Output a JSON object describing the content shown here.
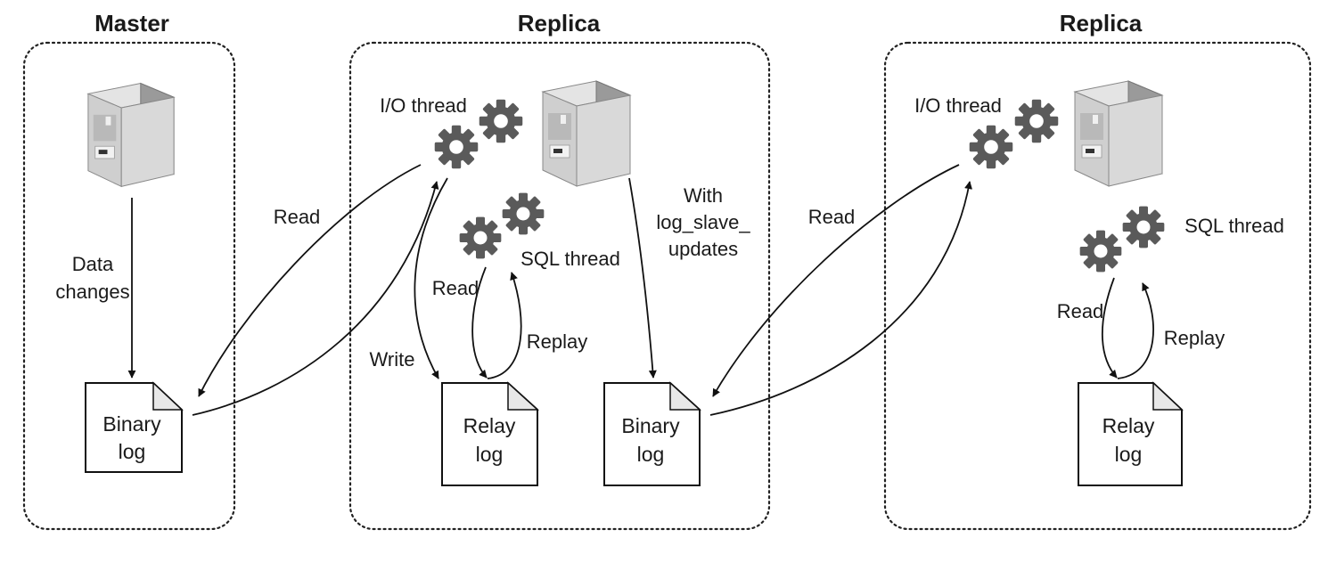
{
  "panels": [
    {
      "title": "Master"
    },
    {
      "title": "Replica"
    },
    {
      "title": "Replica"
    }
  ],
  "labels": {
    "data_changes": [
      "Data",
      "changes"
    ],
    "read": "Read",
    "write": "Write",
    "replay": "Replay",
    "io_thread": "I/O thread",
    "sql_thread": "SQL thread",
    "with_log_slave_updates": [
      "With",
      "log_slave_",
      "updates"
    ]
  },
  "documents": {
    "binary_log": [
      "Binary",
      "log"
    ],
    "relay_log": [
      "Relay",
      "log"
    ]
  },
  "icons": {
    "server": "server-icon",
    "gear": "gear-icon",
    "document": "document-icon"
  },
  "colors": {
    "gear": "#5a5a5a",
    "server_front": "#c9c9c9",
    "server_side": "#9a9a9a",
    "server_top": "#e4e4e4"
  }
}
